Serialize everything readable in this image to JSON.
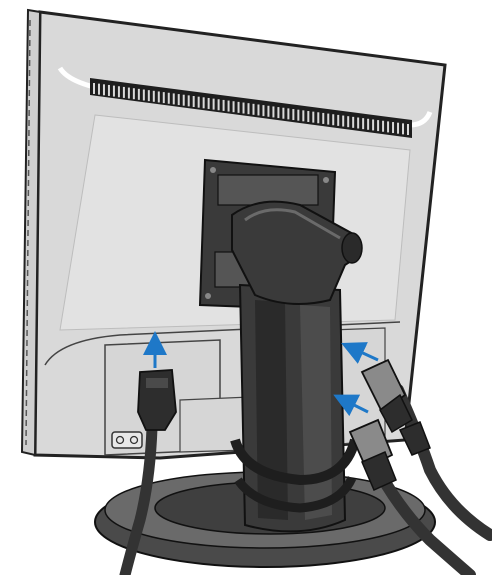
{
  "illustration": {
    "subject": "monitor-rear-cable-connection",
    "colors": {
      "background": "#ffffff",
      "monitor_back": "#d9d9d9",
      "monitor_back_light": "#e6e6e6",
      "monitor_outline": "#222222",
      "vent": "#1e1e1e",
      "stand": "#3a3a3a",
      "stand_dark": "#222222",
      "stand_highlight": "#555555",
      "base": "#5a5a5a",
      "base_top": "#3f3f3f",
      "cable": "#333333",
      "arrow": "#1e78c8"
    },
    "callout_arrows": [
      {
        "target": "power-socket",
        "direction": "up"
      },
      {
        "target": "upper-signal-port",
        "direction": "up-left"
      },
      {
        "target": "lower-signal-port",
        "direction": "up-left"
      }
    ],
    "connectors": [
      "power-plug",
      "upper-signal-plug",
      "lower-signal-plug"
    ]
  }
}
